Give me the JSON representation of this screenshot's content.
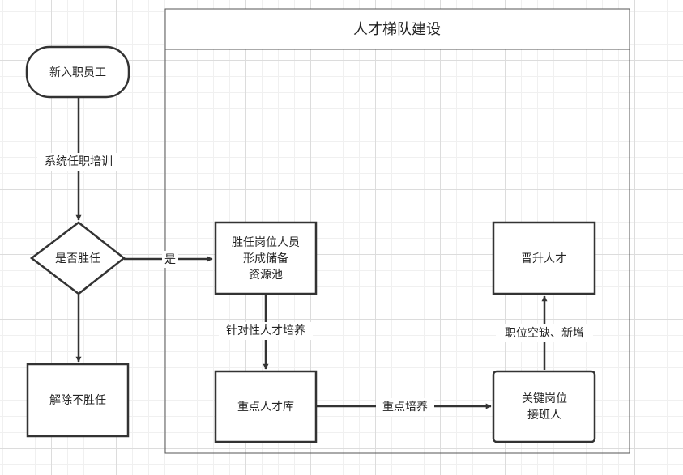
{
  "swimlane": {
    "title": "人才梯队建设"
  },
  "nodes": {
    "new_employee": "新入职员工",
    "decision": "是否胜任",
    "dismiss": "解除不胜任",
    "reserve_pool": [
      "胜任岗位人员",
      "形成储备",
      "资源池"
    ],
    "key_talent_pool": "重点人才库",
    "successor": [
      "关键岗位",
      "接班人"
    ],
    "promote": "晋升人才"
  },
  "edges": {
    "training": "系统任职培训",
    "yes": "是",
    "targeted": "针对性人才培养",
    "key_training": "重点培养",
    "vacancy": "职位空缺、新增"
  },
  "colors": {
    "line": "#333333",
    "fill": "#ffffff",
    "text": "#222222"
  }
}
